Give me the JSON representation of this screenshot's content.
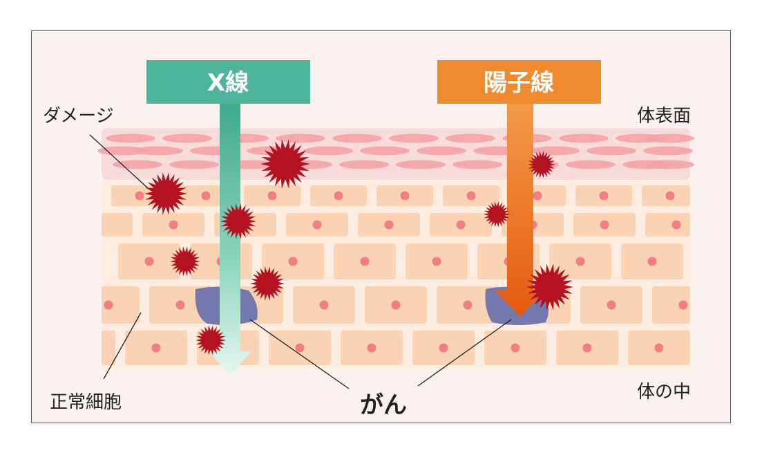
{
  "banners": {
    "xray": {
      "label": "X線",
      "color": "#4fb49c"
    },
    "proton": {
      "label": "陽子線",
      "color": "#ef8a2e"
    }
  },
  "labels": {
    "damage": "ダメージ",
    "surface": "体表面",
    "normal_cell": "正常細胞",
    "inside": "体の中",
    "cancer": "がん"
  },
  "colors": {
    "background": "#fbf2f0",
    "surface_layer": "#f8dcdc",
    "surface_cell": "#f4a3a6",
    "cell": "#f9d3b4",
    "nucleus": "#f27e83",
    "tumor": "#7378ad",
    "damage": "#b3121f",
    "xray_arrow": "#58bfa3",
    "proton_arrow": "#ea6314"
  }
}
